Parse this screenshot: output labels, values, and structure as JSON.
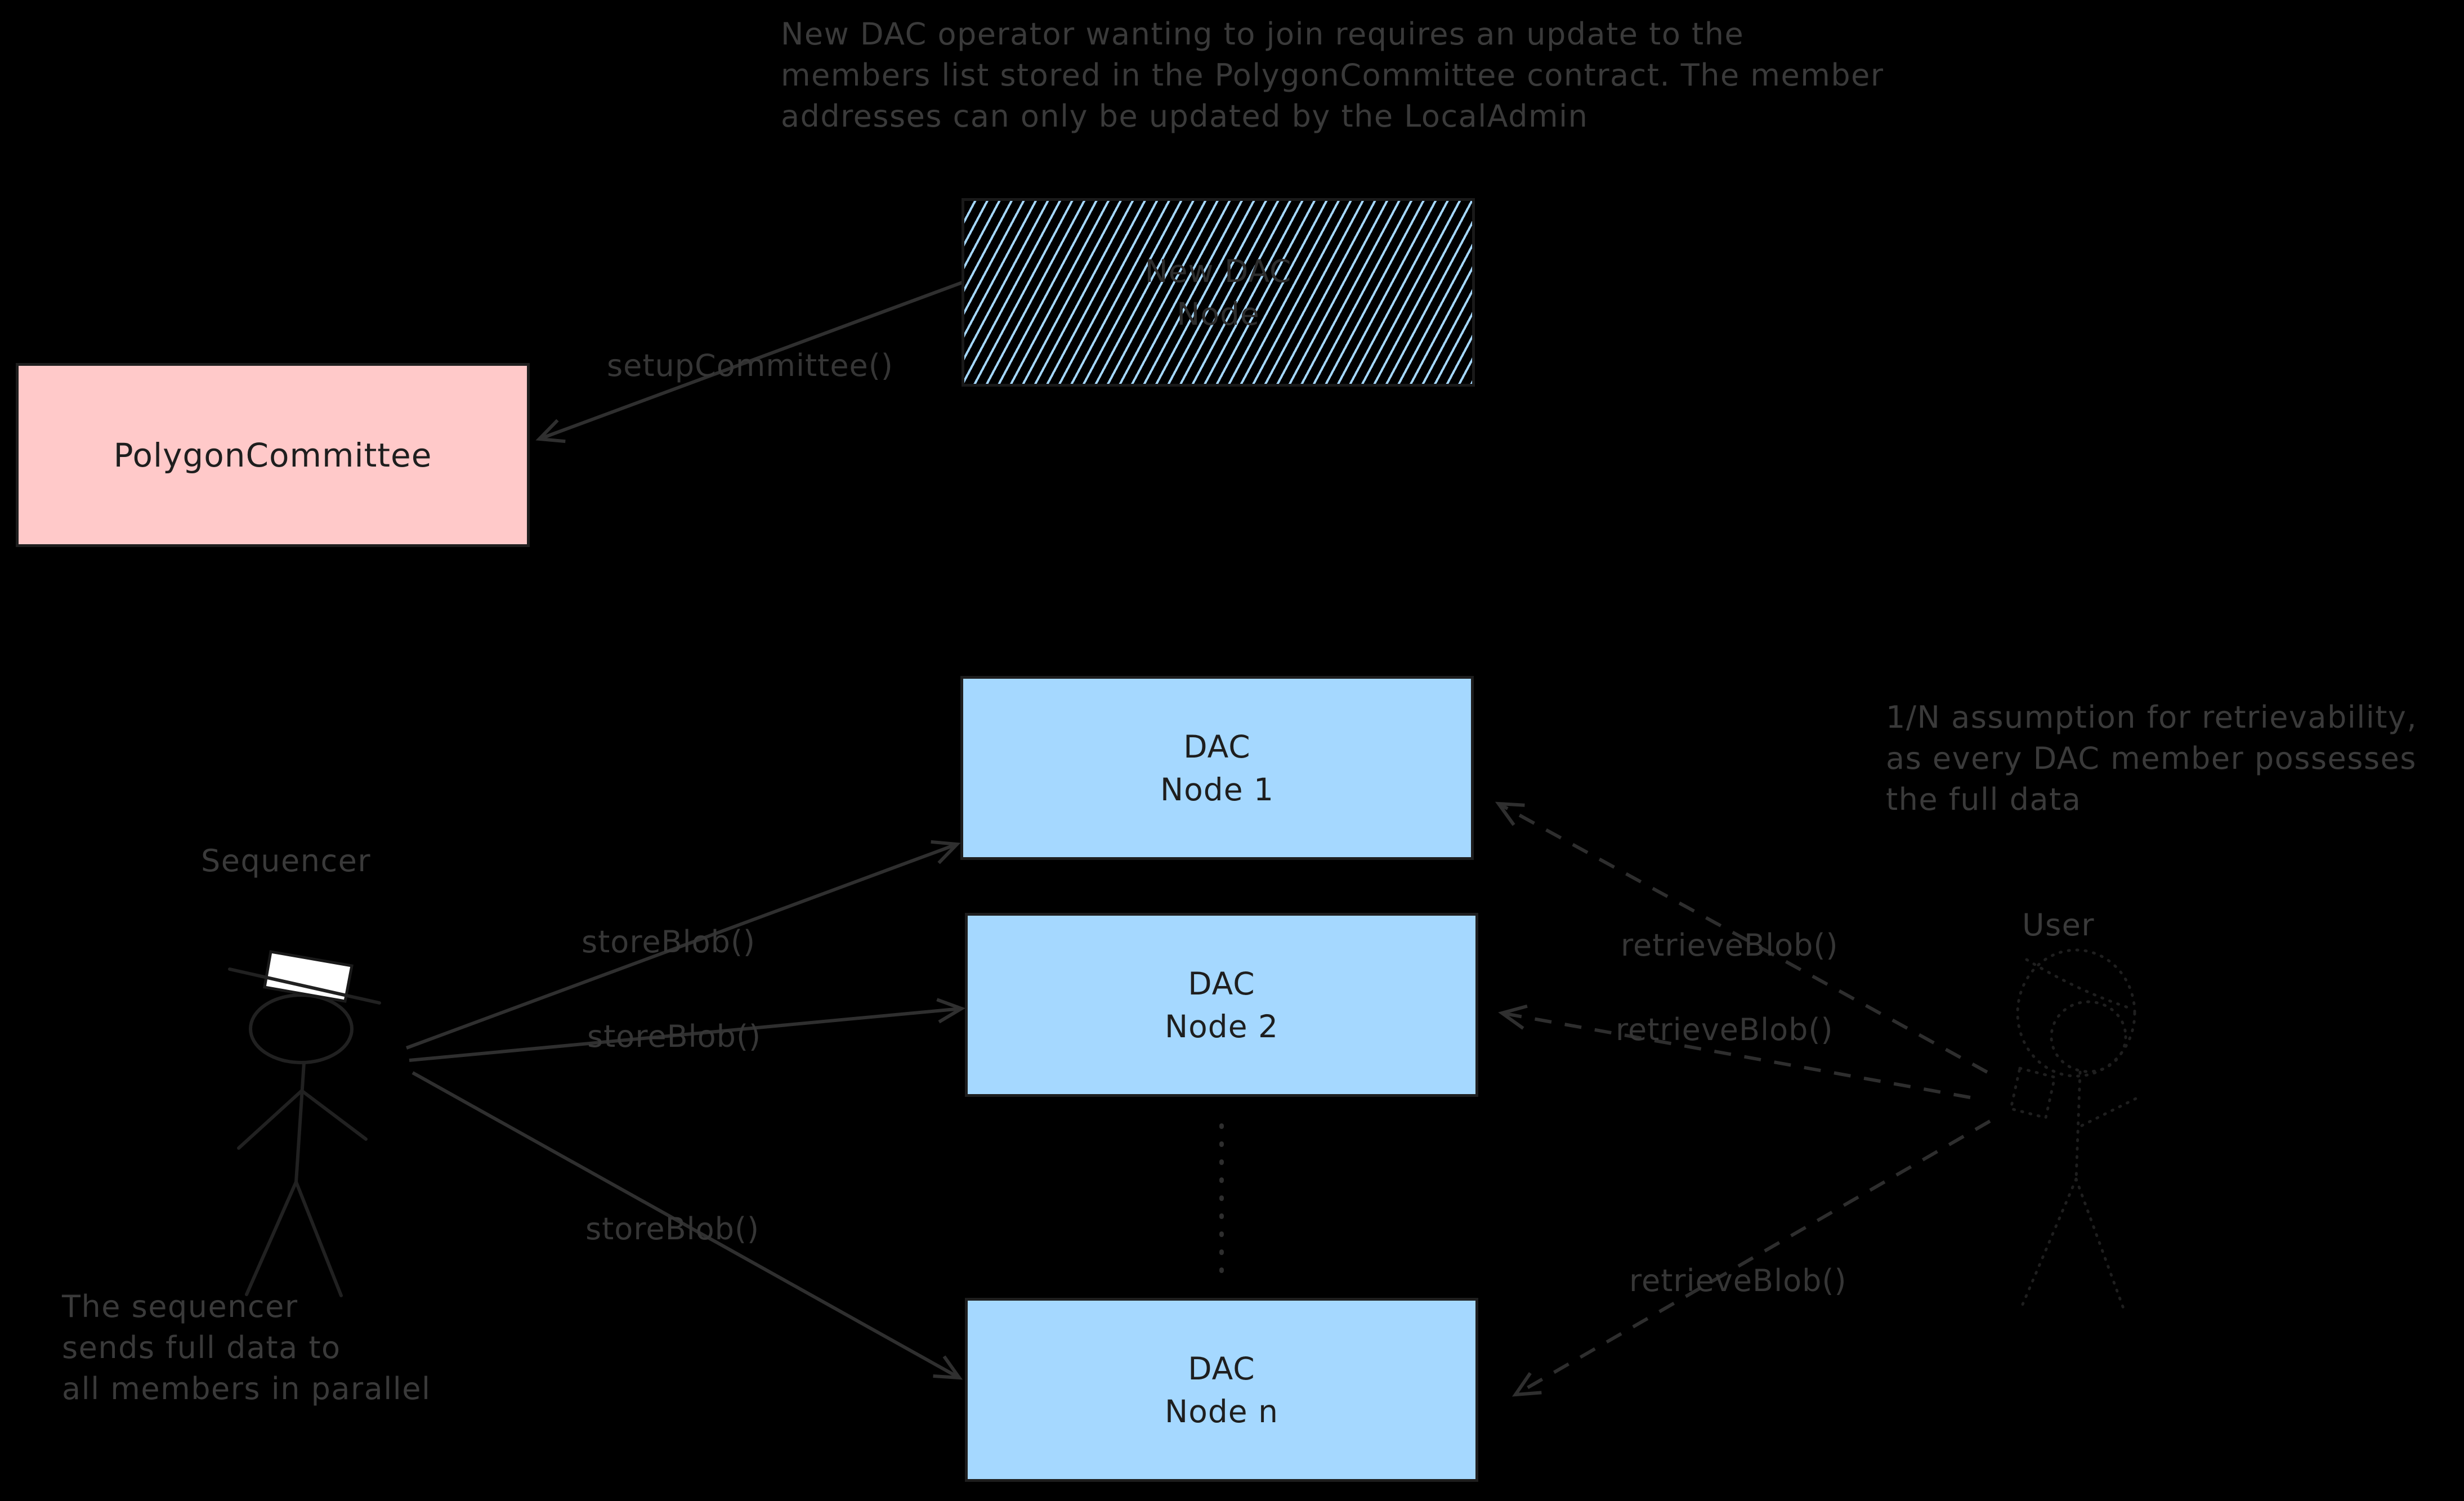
{
  "diagram": {
    "title_hint": "Polygon DAC architecture sketch",
    "colors": {
      "background": "#000000",
      "node_blue": "#a5d8ff",
      "contract_pink": "#ffc9c9",
      "box_border": "#1e1e1e",
      "ink_gray": "#3a3a3a",
      "hat_white": "#ffffff"
    },
    "notes": {
      "top": {
        "lines": [
          "New DAC operator wanting to join requires an update to the",
          "members list stored in the PolygonCommittee contract. The member",
          "addresses can only be updated by the LocalAdmin"
        ]
      },
      "retrievability": {
        "lines": [
          "1/N assumption for retrievability,",
          "as every DAC member possesses",
          "the full data"
        ]
      },
      "sequencer": {
        "lines": [
          "The sequencer",
          "sends full data to",
          "all members in parallel"
        ]
      }
    },
    "boxes": {
      "new_dac_node": {
        "lines": [
          "New DAC",
          "Node"
        ],
        "fill": "hatched-blue-on-black"
      },
      "polygon_committee": {
        "label": "PolygonCommittee",
        "fill": "#ffc9c9"
      },
      "dac_node_1": {
        "lines": [
          "DAC",
          "Node 1"
        ],
        "fill": "#a5d8ff"
      },
      "dac_node_2": {
        "lines": [
          "DAC",
          "Node 2"
        ],
        "fill": "#a5d8ff"
      },
      "dac_node_n": {
        "lines": [
          "DAC",
          "Node n"
        ],
        "fill": "#a5d8ff"
      }
    },
    "actors": {
      "sequencer": {
        "label": "Sequencer"
      },
      "user": {
        "label": "User"
      }
    },
    "edges": {
      "setup_committee": {
        "label": "setupCommittee()",
        "style": "solid-arrow"
      },
      "store_blob_1": {
        "label": "storeBlob()",
        "style": "solid-arrow"
      },
      "store_blob_2": {
        "label": "storeBlob()",
        "style": "solid-arrow"
      },
      "store_blob_3": {
        "label": "storeBlob()",
        "style": "solid-arrow"
      },
      "retrieve_blob_1": {
        "label": "retrieveBlob()",
        "style": "dashed-arrow"
      },
      "retrieve_blob_2": {
        "label": "retrieveBlob()",
        "style": "dashed-arrow"
      },
      "retrieve_blob_3": {
        "label": "retrieveBlob()",
        "style": "dashed-arrow"
      },
      "nodes_ellipsis": {
        "style": "dotted-connector"
      }
    }
  }
}
